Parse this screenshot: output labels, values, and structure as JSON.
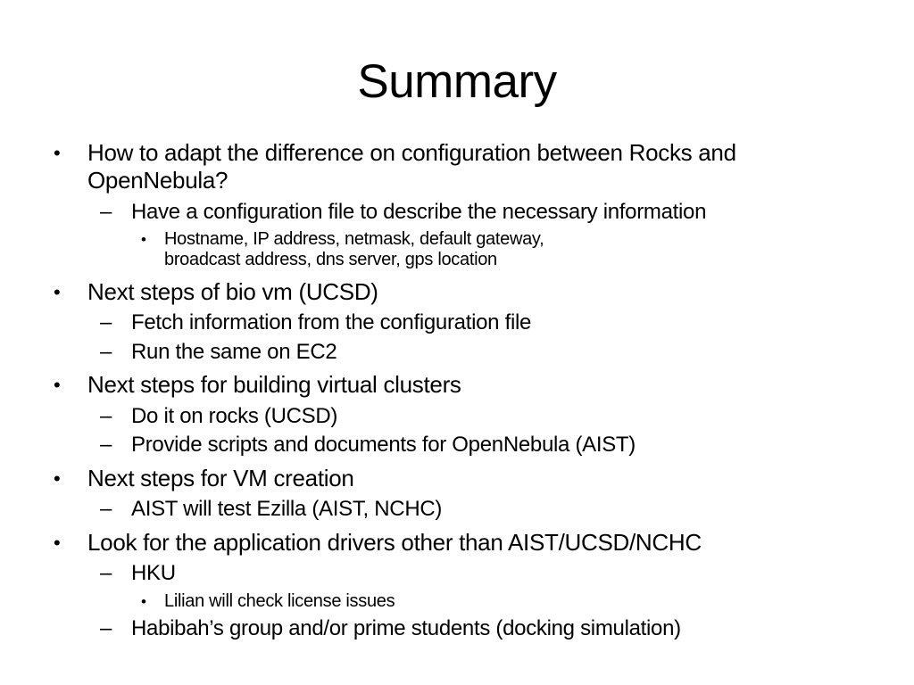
{
  "slide": {
    "title": "Summary",
    "markers": {
      "level1": "•",
      "level2": "–",
      "level3": "•"
    },
    "colors": {
      "background": "#ffffff",
      "text": "#000000"
    },
    "bullets": [
      {
        "level": 1,
        "lines": [
          "How to adapt the difference on configuration between Rocks and",
          "OpenNebula?"
        ]
      },
      {
        "level": 2,
        "lines": [
          "Have a configuration file to describe the necessary information"
        ]
      },
      {
        "level": 3,
        "lines": [
          "Hostname, IP address, netmask, default gateway,",
          "broadcast address, dns server, gps location"
        ]
      },
      {
        "level": 1,
        "lines": [
          "Next steps of bio vm (UCSD)"
        ]
      },
      {
        "level": 2,
        "lines": [
          "Fetch information from the configuration file"
        ]
      },
      {
        "level": 2,
        "lines": [
          "Run the same on EC2"
        ]
      },
      {
        "level": 1,
        "lines": [
          "Next steps for building virtual clusters"
        ]
      },
      {
        "level": 2,
        "lines": [
          "Do it on rocks (UCSD)"
        ]
      },
      {
        "level": 2,
        "lines": [
          "Provide scripts and documents for OpenNebula (AIST)"
        ]
      },
      {
        "level": 1,
        "lines": [
          "Next steps for VM creation"
        ]
      },
      {
        "level": 2,
        "lines": [
          "AIST will test Ezilla (AIST, NCHC)"
        ]
      },
      {
        "level": 1,
        "lines": [
          "Look for the application drivers other than AIST/UCSD/NCHC"
        ]
      },
      {
        "level": 2,
        "lines": [
          "HKU"
        ]
      },
      {
        "level": 3,
        "lines": [
          "Lilian will check license issues"
        ]
      },
      {
        "level": 2,
        "lines": [
          "Habibah’s group and/or prime students (docking simulation)"
        ]
      }
    ]
  }
}
